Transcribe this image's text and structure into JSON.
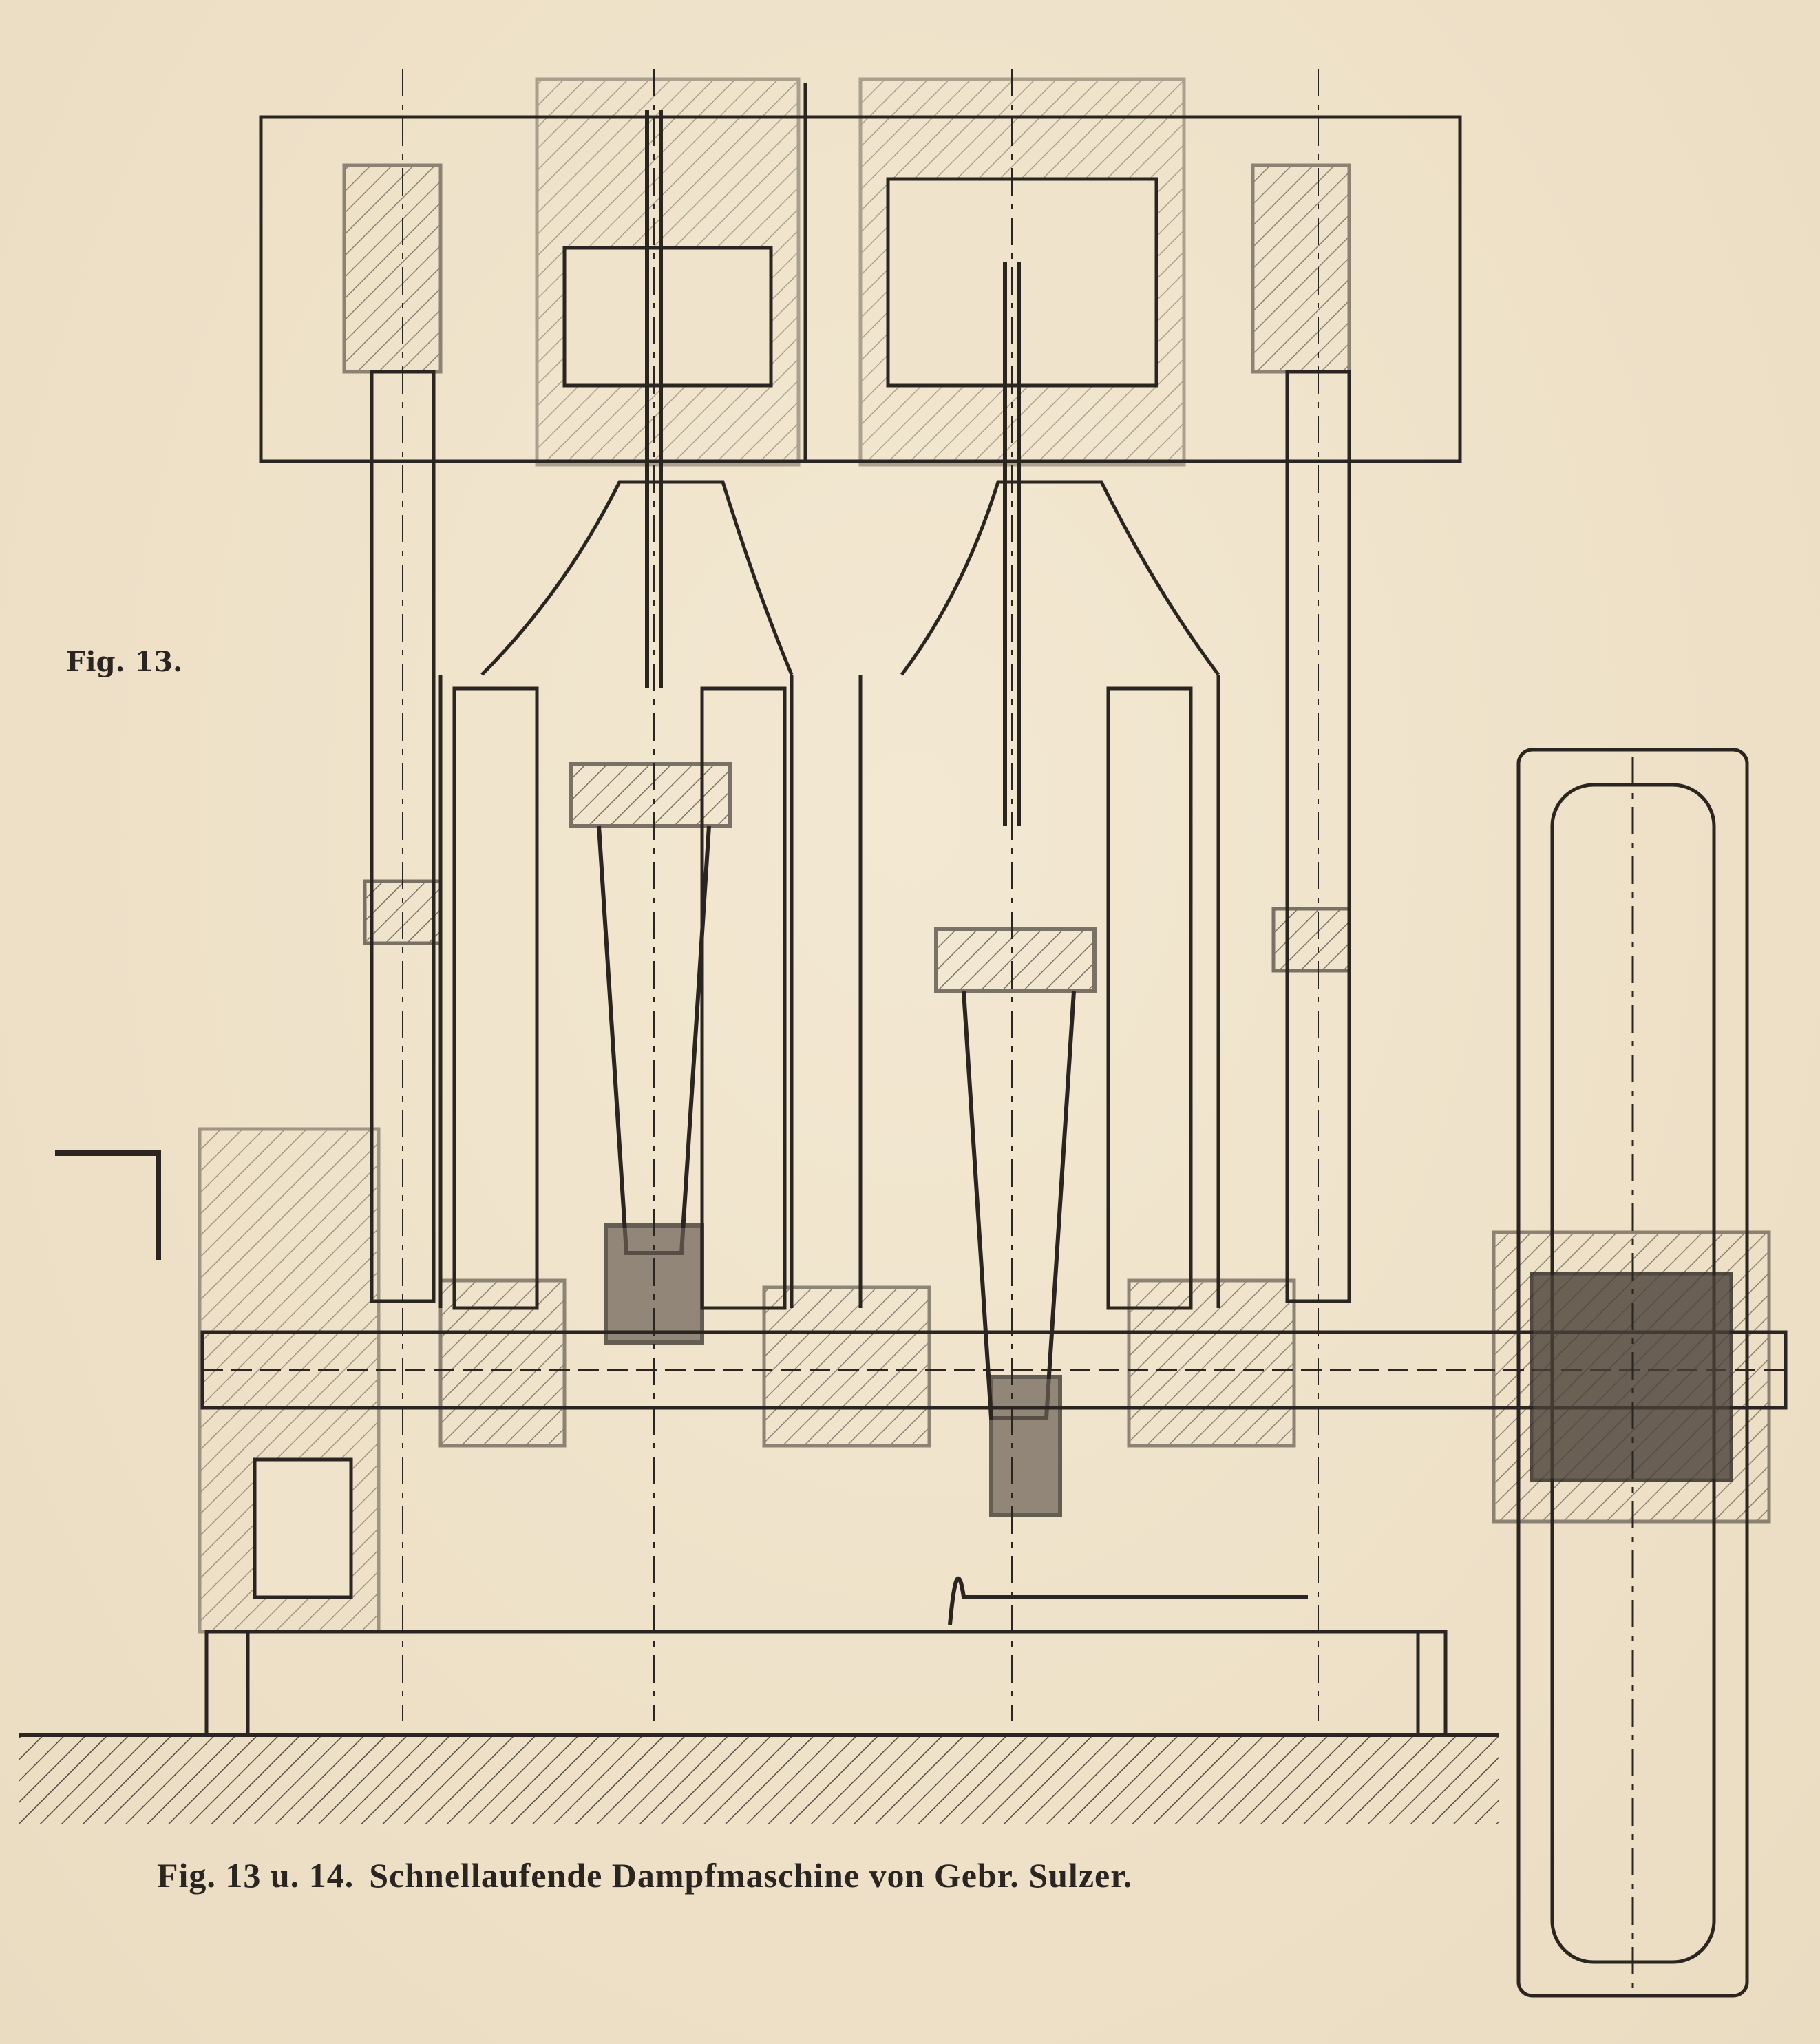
{
  "figure": {
    "label": "Fig. 13.",
    "caption_number": "Fig. 13 u. 14.",
    "caption_title": "Schnellaufende Dampfmaschine von Gebr. Sulzer."
  },
  "colors": {
    "paper": "#efe3cc",
    "ink": "#2a2520"
  }
}
